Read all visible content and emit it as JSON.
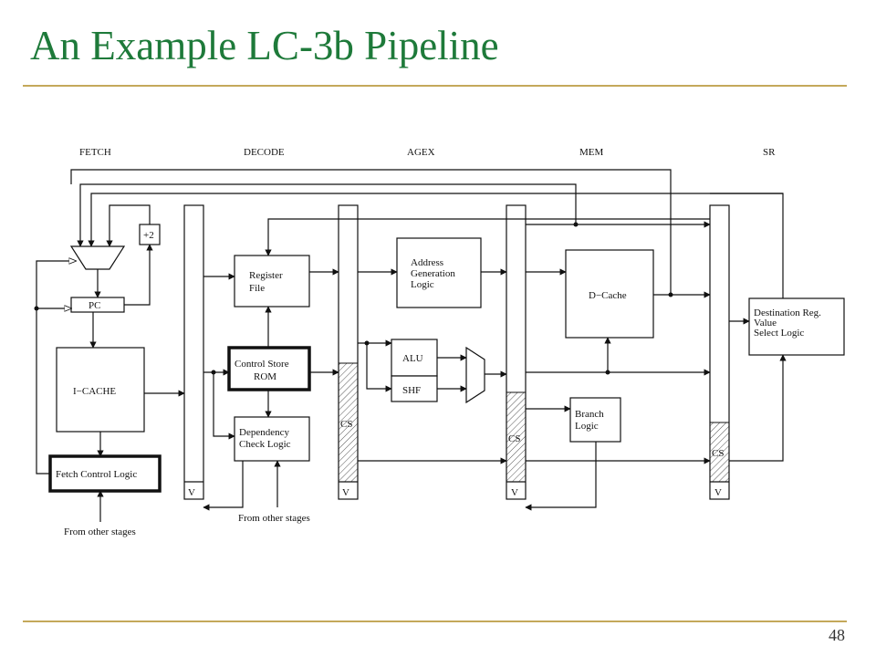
{
  "title": "An Example LC-3b Pipeline",
  "page_number": "48",
  "stages": [
    "FETCH",
    "DECODE",
    "AGEX",
    "MEM",
    "SR"
  ],
  "labels": {
    "plus2": "+2",
    "pc": "PC",
    "icache": "I−CACHE",
    "fetch_control": "Fetch Control Logic",
    "from_other_stages_fetch": "From other stages",
    "register_file_1": "Register",
    "register_file_2": "File",
    "control_store_1": "Control Store",
    "control_store_2": "ROM",
    "dependency_1": "Dependency",
    "dependency_2": "Check Logic",
    "from_other_stages_decode": "From other stages",
    "addr_gen_1": "Address",
    "addr_gen_2": "Generation",
    "addr_gen_3": "Logic",
    "alu": "ALU",
    "shf": "SHF",
    "dcache": "D−Cache",
    "branch_1": "Branch",
    "branch_2": "Logic",
    "dest_1": "Destination Reg.",
    "dest_2": "Value",
    "dest_3": "Select Logic",
    "cs": "CS",
    "v": "V"
  },
  "colors": {
    "title": "#1e7a3a",
    "rule": "#c4a85a"
  }
}
